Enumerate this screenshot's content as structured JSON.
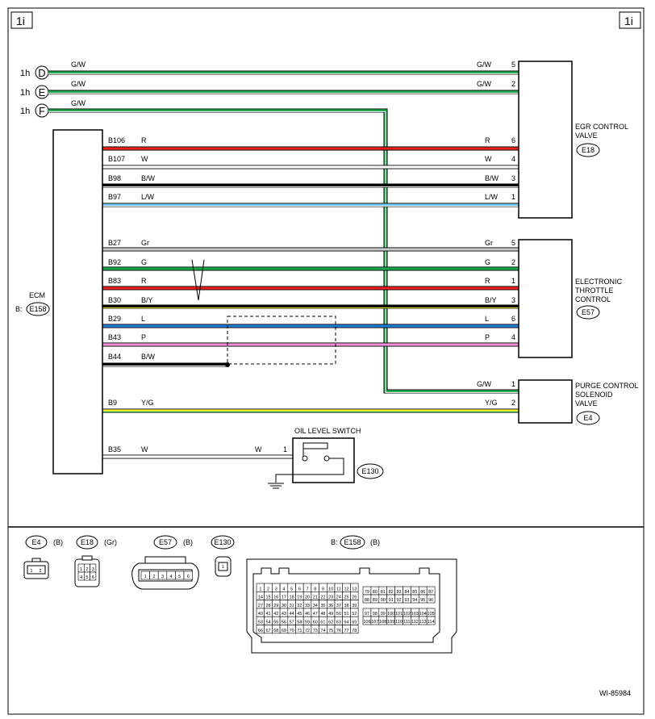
{
  "page_tag": "1i",
  "ref_code": "WI-85984",
  "colors": {
    "R": "#e8201e",
    "W": "#ffffff",
    "B": "#000000",
    "G": "#1aa84a",
    "L": "#1f7fd8",
    "LB": "#6cc4ef",
    "Y": "#f1ee2a",
    "P": "#f08fd6",
    "Gr": "#c8c8c8"
  },
  "offpage_connectors": [
    {
      "prefix": "1h",
      "letter": "D",
      "wire": "G/W"
    },
    {
      "prefix": "1h",
      "letter": "E",
      "wire": "G/W"
    },
    {
      "prefix": "1h",
      "letter": "F",
      "wire": "G/W"
    }
  ],
  "ecm": {
    "title": "ECM",
    "conn_prefix": "B:",
    "conn": "E158"
  },
  "components": [
    {
      "id": "egr",
      "lines": [
        "EGR CONTROL",
        "VALVE"
      ],
      "conn": "E18"
    },
    {
      "id": "etc",
      "lines": [
        "ELECTRONIC",
        "THROTTLE",
        "CONTROL"
      ],
      "conn": "E57"
    },
    {
      "id": "purge",
      "lines": [
        "PURGE CONTROL",
        "SOLENOID",
        "VALVE"
      ],
      "conn": "E4"
    }
  ],
  "oil_switch": {
    "title": "OIL LEVEL SWITCH",
    "conn": "E130",
    "wire": "W",
    "pin": "1"
  },
  "wires": [
    {
      "term": "",
      "wire": "G/W",
      "pin": "5"
    },
    {
      "term": "",
      "wire": "G/W",
      "pin": "2"
    },
    {
      "term": "B106",
      "wire": "R",
      "pin": "6"
    },
    {
      "term": "B107",
      "wire": "W",
      "pin": "4"
    },
    {
      "term": "B98",
      "wire": "B/W",
      "pin": "3"
    },
    {
      "term": "B97",
      "wire": "L/W",
      "pin": "1"
    },
    {
      "term": "B27",
      "wire": "Gr",
      "pin": "5"
    },
    {
      "term": "B92",
      "wire": "G",
      "pin": "2"
    },
    {
      "term": "B83",
      "wire": "R",
      "pin": "1"
    },
    {
      "term": "B30",
      "wire": "B/Y",
      "pin": "3"
    },
    {
      "term": "B29",
      "wire": "L",
      "pin": "6"
    },
    {
      "term": "B43",
      "wire": "P",
      "pin": "4"
    },
    {
      "term": "B44",
      "wire": "B/W",
      "pin": ""
    },
    {
      "term": "",
      "wire": "G/W",
      "pin": "1"
    },
    {
      "term": "B9",
      "wire": "Y/G",
      "pin": "2"
    },
    {
      "term": "B35",
      "wire": "W",
      "pin": ""
    }
  ],
  "connector_views": [
    {
      "name": "E4",
      "color": "(B)"
    },
    {
      "name": "E18",
      "color": "(Gr)"
    },
    {
      "name": "E57",
      "color": "(B)"
    },
    {
      "name": "E130",
      "color": ""
    },
    {
      "name": "E158",
      "prefix": "B:",
      "color": "(B)"
    }
  ],
  "pin_labels": {
    "e4": [
      "1",
      "2"
    ],
    "e18": [
      "1",
      "2",
      "3",
      "4",
      "5",
      "6"
    ],
    "e57": [
      "1",
      "2",
      "3",
      "4",
      "5",
      "6"
    ],
    "e130": [
      "1"
    ],
    "e158_left": [
      [
        "1",
        "2",
        "3",
        "4",
        "5",
        "6",
        "7",
        "8",
        "9",
        "10",
        "11",
        "12",
        "13"
      ],
      [
        "14",
        "15",
        "16",
        "17",
        "18",
        "19",
        "20",
        "21",
        "22",
        "23",
        "24",
        "25",
        "26"
      ],
      [
        "27",
        "28",
        "29",
        "30",
        "31",
        "32",
        "33",
        "34",
        "35",
        "36",
        "37",
        "38",
        "39"
      ],
      [
        "40",
        "41",
        "42",
        "43",
        "44",
        "45",
        "46",
        "47",
        "48",
        "49",
        "50",
        "51",
        "52"
      ],
      [
        "53",
        "54",
        "55",
        "56",
        "57",
        "58",
        "59",
        "60",
        "61",
        "62",
        "63",
        "64",
        "65"
      ],
      [
        "66",
        "67",
        "68",
        "69",
        "70",
        "71",
        "72",
        "73",
        "74",
        "75",
        "76",
        "77",
        "78"
      ]
    ],
    "e158_right_top": [
      [
        "79",
        "80",
        "81",
        "82",
        "83",
        "84",
        "85",
        "86",
        "87"
      ],
      [
        "88",
        "89",
        "90",
        "91",
        "92",
        "93",
        "94",
        "95",
        "96"
      ]
    ],
    "e158_right_bottom": [
      [
        "97",
        "98",
        "99",
        "100",
        "101",
        "102",
        "103",
        "104",
        "105"
      ],
      [
        "106",
        "107",
        "108",
        "109",
        "110",
        "111",
        "112",
        "113",
        "114"
      ]
    ]
  }
}
